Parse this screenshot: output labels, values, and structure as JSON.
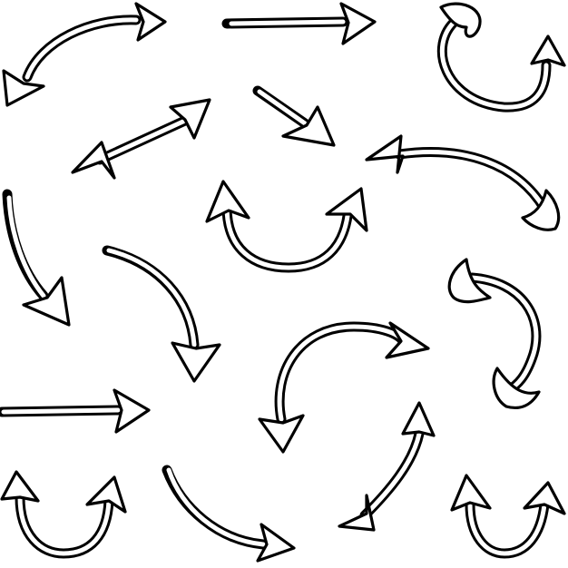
{
  "illustration": {
    "subject": "hand-drawn-arrows",
    "arrow_count": 16,
    "background_color": "#ffffff",
    "line_color": "#000000",
    "fill_color": "#ffffff",
    "arrows": [
      {
        "id": "arrow-1",
        "icon": "curved-arrow-double-icon"
      },
      {
        "id": "arrow-2",
        "icon": "straight-arrow-right-icon"
      },
      {
        "id": "arrow-3",
        "icon": "curl-arrow-up-icon"
      },
      {
        "id": "arrow-4",
        "icon": "double-arrow-diagonal-icon"
      },
      {
        "id": "arrow-5",
        "icon": "short-arrow-down-right-icon"
      },
      {
        "id": "arrow-6",
        "icon": "curved-arrow-down-right-icon"
      },
      {
        "id": "arrow-7",
        "icon": "u-arrow-double-icon"
      },
      {
        "id": "arrow-8",
        "icon": "arrow-down-icon"
      },
      {
        "id": "arrow-9",
        "icon": "curved-arrow-down-icon"
      },
      {
        "id": "arrow-10",
        "icon": "s-curve-arrow-icon"
      },
      {
        "id": "arrow-11",
        "icon": "arc-arrow-double-icon"
      },
      {
        "id": "arrow-12",
        "icon": "straight-arrow-right-icon"
      },
      {
        "id": "arrow-13",
        "icon": "u-arrow-double-icon"
      },
      {
        "id": "arrow-14",
        "icon": "curved-arrow-right-icon"
      },
      {
        "id": "arrow-15",
        "icon": "double-arrow-diagonal-icon"
      },
      {
        "id": "arrow-16",
        "icon": "u-arrow-double-icon"
      }
    ]
  }
}
